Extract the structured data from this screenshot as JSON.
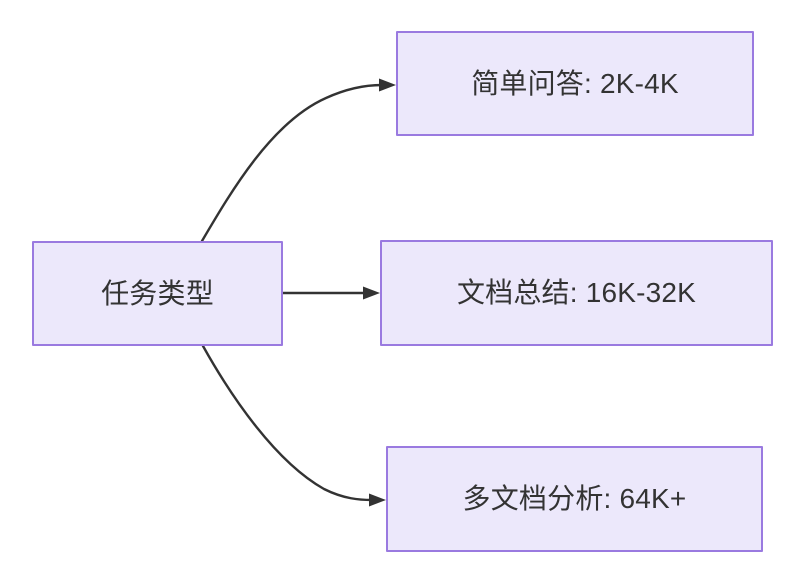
{
  "diagram": {
    "type": "flowchart",
    "direction": "left-to-right",
    "background_color": "#ffffff",
    "node_fill_color": "#ece8fb",
    "node_border_color": "#9a7ae0",
    "text_color": "#333333",
    "edge_color": "#333333",
    "source_node": {
      "id": "task-type",
      "label": "任务类型"
    },
    "target_nodes": [
      {
        "id": "simple-qa",
        "label": "简单问答: 2K-4K"
      },
      {
        "id": "doc-summary",
        "label": "文档总结: 16K-32K"
      },
      {
        "id": "multi-doc-analysis",
        "label": "多文档分析: 64K+"
      }
    ],
    "edges": [
      {
        "from": "task-type",
        "to": "simple-qa",
        "style": "curved",
        "label": ""
      },
      {
        "from": "task-type",
        "to": "doc-summary",
        "style": "straight",
        "label": ""
      },
      {
        "from": "task-type",
        "to": "multi-doc-analysis",
        "style": "curved",
        "label": ""
      }
    ]
  }
}
